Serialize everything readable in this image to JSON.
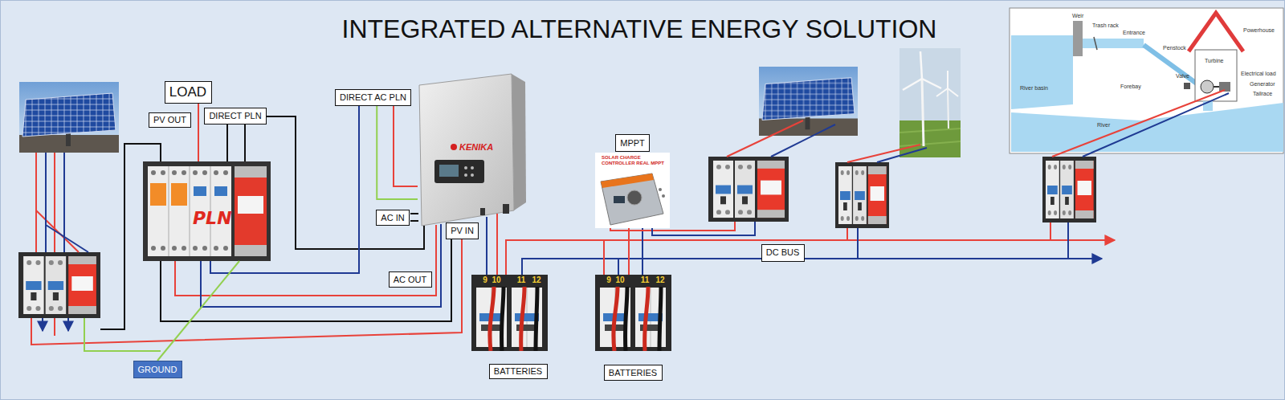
{
  "diagram": {
    "title": "INTEGRATED ALTERNATIVE ENERGY SOLUTION",
    "nodes": [
      {
        "text": [
          "LOAD"
        ]
      },
      {
        "text": [
          "PV OUT"
        ]
      },
      {
        "text": [
          "DIRECT PLN"
        ]
      },
      {
        "text": [
          "PLN"
        ]
      },
      {
        "text": [
          "DIRECT AC PLN"
        ]
      },
      {
        "text": [
          "KENIKA"
        ]
      },
      {
        "text": [
          "AC IN"
        ]
      },
      {
        "text": [
          "PV IN"
        ]
      },
      {
        "text": [
          "AC OUT"
        ]
      },
      {
        "text": [
          "MPPT"
        ]
      },
      {
        "text": [
          "9",
          "10",
          "11",
          "12"
        ]
      },
      {
        "text": [
          "BATTERIES"
        ]
      },
      {
        "text": [
          "9",
          "10",
          "11",
          "12"
        ]
      },
      {
        "text": [
          "BATTERIES"
        ]
      },
      {
        "text": [
          "DC BUS"
        ]
      },
      {
        "text": [
          "GROUND"
        ]
      }
    ],
    "edges": [
      {
        "from": 3,
        "to": 0,
        "arrow": "none"
      },
      {
        "from": 3,
        "to": 15,
        "arrow": "none"
      },
      {
        "from": 5,
        "to": 10,
        "arrow": "none"
      },
      {
        "from": 4,
        "to": 5,
        "arrow": "none"
      }
    ],
    "labels": [
      "SOLAR CHARGE CONTROLLER REAL MPPT",
      "Weir",
      "Trash rack",
      "Entrance",
      "Penstock",
      "Powerhouse",
      "Turbine",
      "Valve",
      "Electrical load",
      "Generator",
      "Tailrace",
      "River basin",
      "Forebay",
      "River"
    ]
  }
}
